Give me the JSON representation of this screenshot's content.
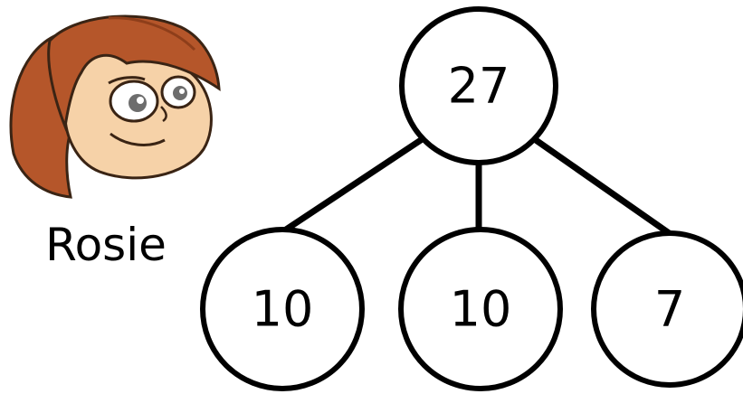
{
  "character": {
    "name": "Rosie",
    "icon": "girl-avatar-icon",
    "colors": {
      "hair": "#B5562A",
      "hair_shadow": "#8E3E1A",
      "skin": "#F6D2A8",
      "outline": "#3A2414"
    }
  },
  "tree": {
    "root": {
      "value": "27"
    },
    "children": [
      {
        "value": "10"
      },
      {
        "value": "10"
      },
      {
        "value": "7"
      }
    ]
  }
}
